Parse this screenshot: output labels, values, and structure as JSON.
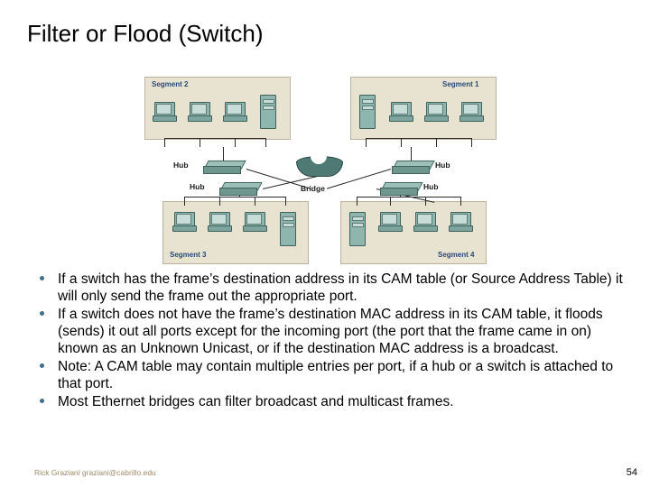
{
  "slide": {
    "title": "Filter or Flood (Switch)",
    "page_number": "54",
    "footer": "Rick Graziani graziani@cabrillo.edu"
  },
  "diagram": {
    "segments": [
      {
        "label": "Segment 2"
      },
      {
        "label": "Segment 1"
      },
      {
        "label": "Segment 3"
      },
      {
        "label": "Segment 4"
      }
    ],
    "hubs": [
      {
        "label": "Hub"
      },
      {
        "label": "Hub"
      },
      {
        "label": "Hub"
      },
      {
        "label": "Hub"
      }
    ],
    "bridge": {
      "label": "Bridge"
    }
  },
  "bullets": [
    "If a switch has the frame’s destination address in its CAM table (or Source Address Table) it will only send the frame out the appropriate port.",
    "If a switch does not have the frame’s destination MAC address in its CAM table, it floods (sends) it out all ports except for the incoming port (the port that the frame came in on)  known as an Unknown Unicast, or if the destination MAC address is a broadcast.",
    "Note: A CAM table may contain multiple entries per port, if a hub or a switch is attached to that port.",
    "Most Ethernet bridges can filter broadcast and multicast frames."
  ],
  "colors": {
    "bullet_marker": "#3f6f8f",
    "segment_box": "#e8e2d0",
    "device_fill": "#8fb6ae",
    "bridge_fill": "#4f7a73",
    "segment_label": "#2b4a78",
    "footer_text": "#a08a6a"
  }
}
